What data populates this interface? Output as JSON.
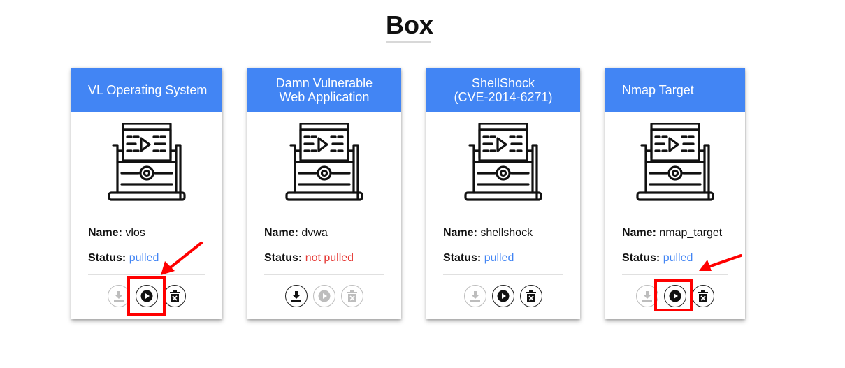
{
  "page": {
    "title": "Box"
  },
  "labels": {
    "name": "Name:",
    "status": "Status:"
  },
  "cards": [
    {
      "title": "VL Operating System",
      "name": "vlos",
      "status": "pulled",
      "buttons": {
        "download": "download-icon",
        "run": "play-icon",
        "delete": "trash-icon"
      }
    },
    {
      "title": "Damn Vulnerable\nWeb Application",
      "name": "dvwa",
      "status": "not pulled",
      "buttons": {
        "download": "download-icon",
        "run": "play-icon",
        "delete": "trash-icon"
      }
    },
    {
      "title": "ShellShock\n(CVE-2014-6271)",
      "name": "shellshock",
      "status": "pulled",
      "buttons": {
        "download": "download-icon",
        "run": "play-icon",
        "delete": "trash-icon"
      }
    },
    {
      "title": "Nmap Target",
      "name": "nmap_target",
      "status": "pulled",
      "buttons": {
        "download": "download-icon",
        "run": "play-icon",
        "delete": "trash-icon"
      }
    }
  ],
  "colors": {
    "header": "#4285f4",
    "pulled": "#4285f4",
    "not_pulled": "#e53935",
    "annotation": "#ff0000",
    "disabled": "#bdbdbd"
  }
}
